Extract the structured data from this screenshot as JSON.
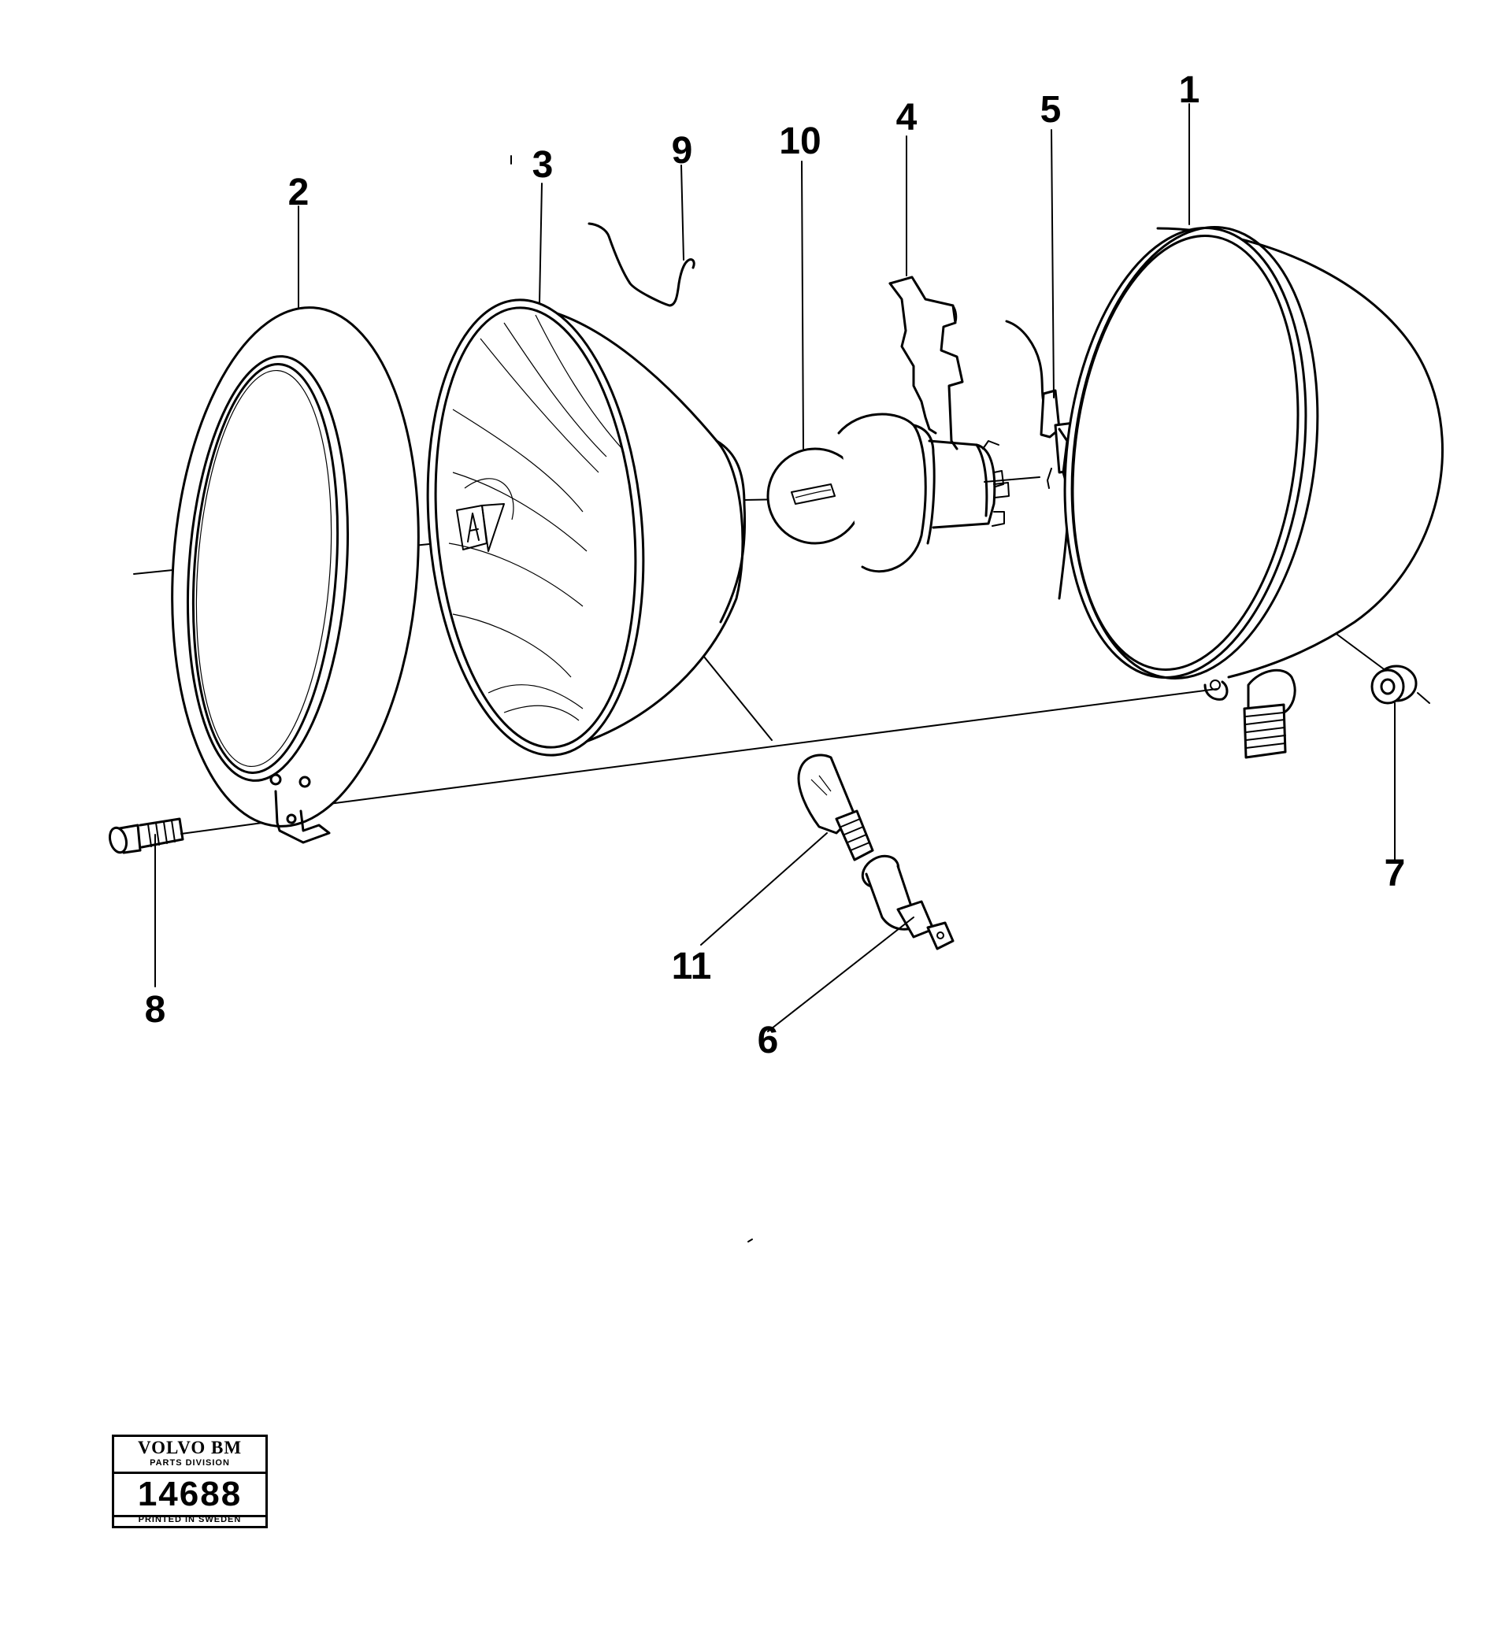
{
  "callouts": [
    {
      "label": "1",
      "part": "housing"
    },
    {
      "label": "2",
      "part": "rim"
    },
    {
      "label": "3",
      "part": "reflector-lens"
    },
    {
      "label": "4",
      "part": "spring-clip"
    },
    {
      "label": "5",
      "part": "connector"
    },
    {
      "label": "6",
      "part": "bulb-holder"
    },
    {
      "label": "7",
      "part": "nut"
    },
    {
      "label": "8",
      "part": "screw"
    },
    {
      "label": "9",
      "part": "retaining-wire"
    },
    {
      "label": "10",
      "part": "main-bulb"
    },
    {
      "label": "11",
      "part": "parking-bulb"
    }
  ],
  "badge": {
    "brand": "VOLVO BM",
    "division": "PARTS DIVISION",
    "number": "14688",
    "printed": "PRINTED IN SWEDEN"
  }
}
